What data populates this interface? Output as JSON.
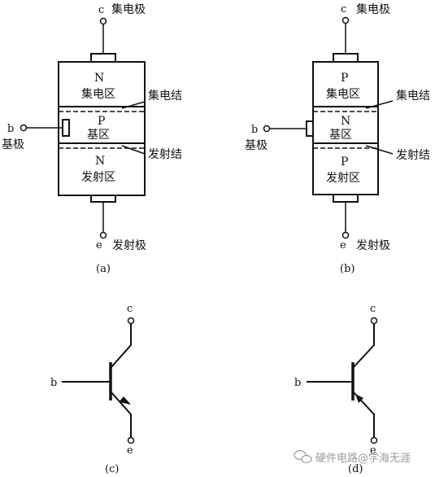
{
  "diagram_a": {
    "terminal_c": "c",
    "collector_electrode": "集电极",
    "top_region_type": "N",
    "collector_region": "集电区",
    "collector_junction": "集电结",
    "terminal_b": "b",
    "base_electrode": "基极",
    "middle_region_type": "P",
    "base_region": "基区",
    "emitter_junction": "发射结",
    "bottom_region_type": "N",
    "emitter_region": "发射区",
    "terminal_e": "e",
    "emitter_electrode": "发射极",
    "caption": "(a)"
  },
  "diagram_b": {
    "terminal_c": "c",
    "collector_electrode": "集电极",
    "top_region_type": "P",
    "collector_region": "集电区",
    "collector_junction": "集电结",
    "terminal_b": "b",
    "base_electrode": "基极",
    "middle_region_type": "N",
    "base_region": "基区",
    "emitter_junction": "发射结",
    "bottom_region_type": "P",
    "emitter_region": "发射区",
    "terminal_e": "e",
    "emitter_electrode": "发射极",
    "caption": "(b)"
  },
  "symbol_c": {
    "terminal_c": "c",
    "terminal_b": "b",
    "terminal_e": "e",
    "caption": "(c)"
  },
  "symbol_d": {
    "terminal_c": "c",
    "terminal_b": "b",
    "terminal_e": "e",
    "caption": "(d)"
  },
  "watermark": "硬件电路@学海无涯"
}
